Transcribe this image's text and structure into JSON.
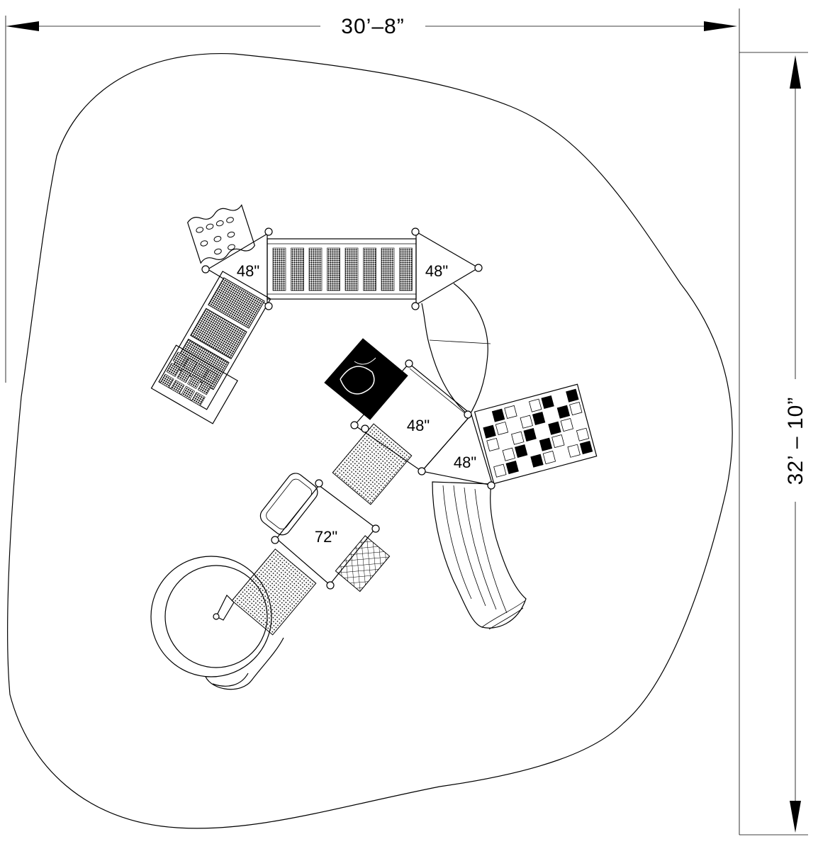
{
  "drawing": {
    "width_dimension": "30’–8”",
    "height_dimension": "32’ – 10”",
    "deck_heights": [
      "48\"",
      "48\"",
      "48\"",
      "48\"",
      "72\""
    ]
  }
}
